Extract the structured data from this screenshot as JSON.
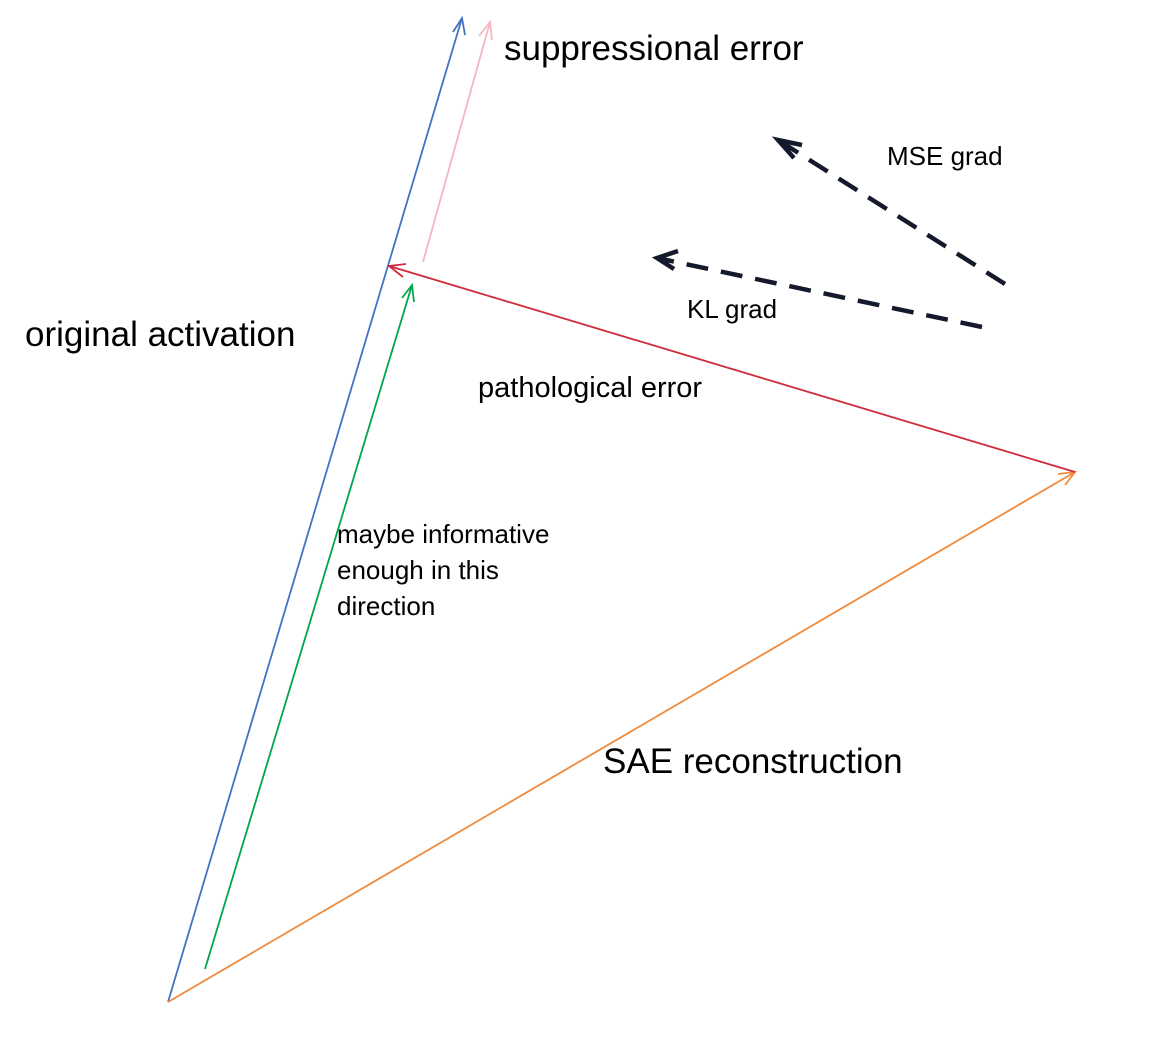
{
  "labels": {
    "suppressional_error": "suppressional error",
    "original_activation": "original activation",
    "sae_reconstruction": "SAE reconstruction",
    "pathological_error": "pathological error",
    "kl_grad": "KL grad",
    "mse_grad": "MSE grad",
    "maybe_informative": {
      "line1": "maybe informative",
      "line2": "enough in this",
      "line3": "direction"
    }
  },
  "colors": {
    "original_activation": "#4472c4",
    "suppressional_error": "#f4b6c2",
    "informative_direction": "#00a64f",
    "pathological_error": "#d02b3a",
    "sae_reconstruction": "#f08a3c",
    "gradients": "#141a2c"
  }
}
